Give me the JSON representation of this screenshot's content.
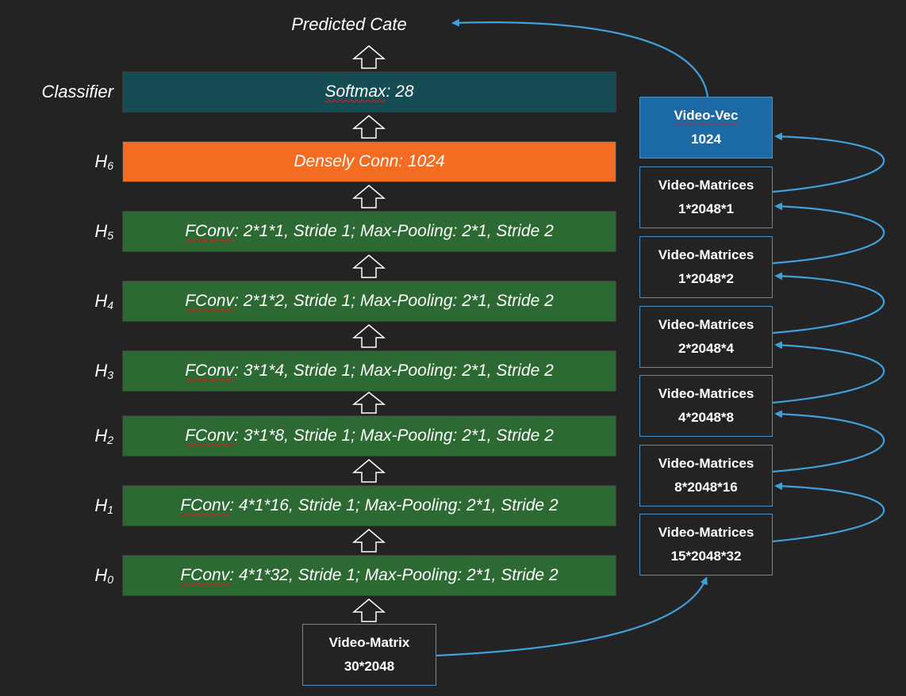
{
  "output_label": "Predicted Cate",
  "layers": [
    {
      "side": "Classifier",
      "side_sub": "",
      "text_pre": "",
      "text_main": "Softmax: 28",
      "squiggle": "Softmax",
      "color": "teal"
    },
    {
      "side": "H",
      "side_sub": "6",
      "text_pre": "",
      "text_main": "Densely Conn: 1024",
      "squiggle": "",
      "color": "orange"
    },
    {
      "side": "H",
      "side_sub": "5",
      "squiggle": "FConv",
      "rest": ": 2*1*1, Stride 1; Max-Pooling: 2*1, Stride 2",
      "color": "green"
    },
    {
      "side": "H",
      "side_sub": "4",
      "squiggle": "FConv",
      "rest": ": 2*1*2, Stride 1; Max-Pooling: 2*1, Stride 2",
      "color": "green"
    },
    {
      "side": "H",
      "side_sub": "3",
      "squiggle": "FConv",
      "rest": ": 3*1*4, Stride 1; Max-Pooling: 2*1, Stride 2",
      "color": "green"
    },
    {
      "side": "H",
      "side_sub": "2",
      "squiggle": "FConv",
      "rest": ": 3*1*8, Stride 1; Max-Pooling: 2*1, Stride 2",
      "color": "green"
    },
    {
      "side": "H",
      "side_sub": "1",
      "squiggle": "FConv",
      "rest": ": 4*1*16, Stride 1; Max-Pooling: 2*1, Stride 2",
      "color": "green"
    },
    {
      "side": "H",
      "side_sub": "0",
      "squiggle": "FConv",
      "rest": ": 4*1*32, Stride 1; Max-Pooling: 2*1, Stride 2",
      "color": "green"
    }
  ],
  "softmax": {
    "squiggle": "Softmax",
    "rest": ": 28"
  },
  "dense": {
    "text": "Densely Conn: 1024"
  },
  "input_box": {
    "title": "Video-Matrix",
    "dims": "30*2048"
  },
  "video_vec": {
    "title": "Video-Vec",
    "dims": "1024"
  },
  "matrices": [
    {
      "title": "Video-Matrices",
      "dims": "1*2048*1"
    },
    {
      "title": "Video-Matrices",
      "dims": "1*2048*2"
    },
    {
      "title": "Video-Matrices",
      "dims": "2*2048*4"
    },
    {
      "title": "Video-Matrices",
      "dims": "4*2048*8"
    },
    {
      "title": "Video-Matrices",
      "dims": "8*2048*16"
    },
    {
      "title": "Video-Matrices",
      "dims": "15*2048*32"
    }
  ],
  "colors": {
    "background": "#232323",
    "conv_green": "#2d6a33",
    "dense_orange": "#f46b22",
    "softmax_teal": "#164d55",
    "vec_blue": "#1b6aa6",
    "link_blue": "#3fa0dc",
    "squiggle_red": "#d22020"
  }
}
